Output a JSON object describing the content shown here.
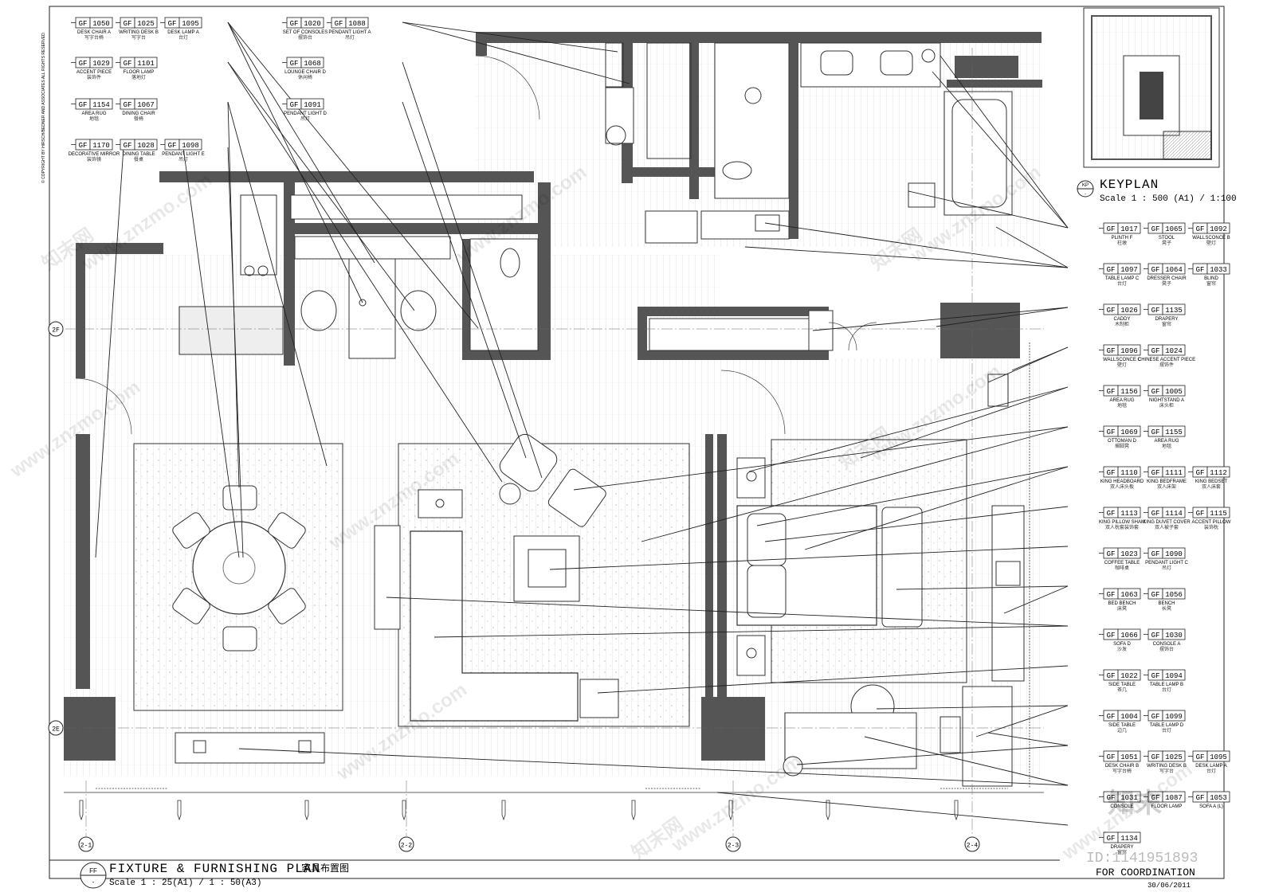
{
  "title": {
    "main": "FIXTURE & FURNISHING PLAN",
    "main_cn": "家具布置图",
    "symbol": "FF",
    "symbol_sub": "-",
    "scale": "Scale 1 : 25(A1) / 1 : 50(A3)"
  },
  "keyplan": {
    "title": "KEYPLAN",
    "symbol": "KP",
    "symbol_sub": "-",
    "scale": "Scale 1 : 500 (A1) / 1:100"
  },
  "stamp": {
    "status": "FOR COORDINATION",
    "date": "30/06/2011"
  },
  "copyright": "© COPYRIGHT BY HIRSCH/BEDNER AND ASSOCIATES ALL RIGHTS RESERVED.",
  "watermark": {
    "text": "www.znzmo.com",
    "brand": "知末网",
    "logo": "知末",
    "id": "ID:1141951893"
  },
  "grid": {
    "columns": [
      "2-1",
      "2-2",
      "2-3",
      "2-4"
    ],
    "rows": [
      "2F",
      "2E"
    ]
  },
  "tags_left": [
    [
      {
        "p": "GF",
        "c": "1050",
        "n": "DESK CHAIR A",
        "cn": "写字台椅"
      },
      {
        "p": "GF",
        "c": "1025",
        "n": "WRITING DESK B",
        "cn": "写字台"
      },
      {
        "p": "GF",
        "c": "1095",
        "n": "DESK LAMP A",
        "cn": "台灯"
      }
    ],
    [
      {
        "p": "GF",
        "c": "1029",
        "n": "ACCENT PIECE",
        "cn": "装饰件"
      },
      {
        "p": "GF",
        "c": "1101",
        "n": "FLOOR LAMP",
        "cn": "落地灯"
      }
    ],
    [
      {
        "p": "GF",
        "c": "1154",
        "n": "AREA RUG",
        "cn": "地毯"
      },
      {
        "p": "GF",
        "c": "1067",
        "n": "DINING CHAIR",
        "cn": "餐椅"
      }
    ],
    [
      {
        "p": "GF",
        "c": "1170",
        "n": "DECORATIVE MIRROR",
        "cn": "装饰镜"
      },
      {
        "p": "GF",
        "c": "1028",
        "n": "DINING TABLE",
        "cn": "餐桌"
      },
      {
        "p": "GF",
        "c": "1098",
        "n": "PENDANT LIGHT E",
        "cn": "吊灯"
      }
    ]
  ],
  "tags_center": [
    [
      {
        "p": "GF",
        "c": "1020",
        "n": "SET OF CONSOLES",
        "cn": "摆饰台"
      },
      {
        "p": "GF",
        "c": "1088",
        "n": "PENDANT LIGHT A",
        "cn": "吊灯"
      }
    ],
    [
      {
        "p": "GF",
        "c": "1068",
        "n": "LOUNGE CHAIR D",
        "cn": "休闲椅"
      }
    ],
    [
      {
        "p": "GF",
        "c": "1091",
        "n": "PENDANT LIGHT D",
        "cn": "吊灯"
      }
    ]
  ],
  "tags_right": [
    [
      {
        "p": "GF",
        "c": "1017",
        "n": "PLINTH F",
        "cn": "柱墩"
      },
      {
        "p": "GF",
        "c": "1065",
        "n": "STOOL",
        "cn": "凳子"
      },
      {
        "p": "GF",
        "c": "1092",
        "n": "WALLSCONCE B",
        "cn": "壁灯"
      }
    ],
    [
      {
        "p": "GF",
        "c": "1097",
        "n": "TABLE LAMP C",
        "cn": "台灯"
      },
      {
        "p": "GF",
        "c": "1064",
        "n": "DRESSER CHAIR",
        "cn": "凳子"
      },
      {
        "p": "GF",
        "c": "1033",
        "n": "BLIND",
        "cn": "窗帘"
      }
    ],
    [
      {
        "p": "GF",
        "c": "1026",
        "n": "CADDY",
        "cn": "木制柜"
      },
      {
        "p": "GF",
        "c": "1135",
        "n": "DRAPERY",
        "cn": "窗帘"
      }
    ],
    [
      {
        "p": "GF",
        "c": "1096",
        "n": "WALLSCONCE C",
        "cn": "壁灯"
      },
      {
        "p": "GF",
        "c": "1024",
        "n": "CHINESE ACCENT PIECE",
        "cn": "摆饰件"
      }
    ],
    [
      {
        "p": "GF",
        "c": "1156",
        "n": "AREA RUG",
        "cn": "地毯"
      },
      {
        "p": "GF",
        "c": "1005",
        "n": "NIGHTSTAND A",
        "cn": "床头柜"
      }
    ],
    [
      {
        "p": "GF",
        "c": "1069",
        "n": "OTTOMAN D",
        "cn": "搁脚凳"
      },
      {
        "p": "GF",
        "c": "1155",
        "n": "AREA RUG",
        "cn": "地毯"
      }
    ],
    [
      {
        "p": "GF",
        "c": "1110",
        "n": "KING HEADBOARD",
        "cn": "双人床头板"
      },
      {
        "p": "GF",
        "c": "1111",
        "n": "KING BEDFRAME",
        "cn": "双人床架"
      },
      {
        "p": "GF",
        "c": "1112",
        "n": "KING BEDSET",
        "cn": "双人床套"
      }
    ],
    [
      {
        "p": "GF",
        "c": "1113",
        "n": "KING PILLOW SHAM",
        "cn": "双人枕套装饰套"
      },
      {
        "p": "GF",
        "c": "1114",
        "n": "KING DUVET COVER",
        "cn": "双人被子套"
      },
      {
        "p": "GF",
        "c": "1115",
        "n": "ACCENT PILLOW",
        "cn": "装饰枕"
      }
    ],
    [
      {
        "p": "GF",
        "c": "1023",
        "n": "COFFEE TABLE",
        "cn": "咖啡桌"
      },
      {
        "p": "GF",
        "c": "1090",
        "n": "PENDANT LIGHT C",
        "cn": "吊灯"
      }
    ],
    [
      {
        "p": "GF",
        "c": "1063",
        "n": "BED BENCH",
        "cn": "床凳"
      },
      {
        "p": "GF",
        "c": "1056",
        "n": "BENCH",
        "cn": "长凳"
      }
    ],
    [
      {
        "p": "GF",
        "c": "1066",
        "n": "SOFA D",
        "cn": "沙发"
      },
      {
        "p": "GF",
        "c": "1030",
        "n": "CONSOLE A",
        "cn": "摆饰台"
      }
    ],
    [
      {
        "p": "GF",
        "c": "1022",
        "n": "SIDE TABLE",
        "cn": "茶几"
      },
      {
        "p": "GF",
        "c": "1094",
        "n": "TABLE LAMP B",
        "cn": "台灯"
      }
    ],
    [
      {
        "p": "GF",
        "c": "1004",
        "n": "SIDE TABLE",
        "cn": "边几"
      },
      {
        "p": "GF",
        "c": "1099",
        "n": "TABLE LAMP D",
        "cn": "台灯"
      }
    ],
    [
      {
        "p": "GF",
        "c": "1051",
        "n": "DESK CHAIR B",
        "cn": "写字台椅"
      },
      {
        "p": "GF",
        "c": "1025",
        "n": "WRITING DESK B",
        "cn": "写字台"
      },
      {
        "p": "GF",
        "c": "1095",
        "n": "DESK LAMP A",
        "cn": "台灯"
      }
    ],
    [
      {
        "p": "GF",
        "c": "1031",
        "n": "CONSOLE",
        "cn": ""
      },
      {
        "p": "GF",
        "c": "1087",
        "n": "FLOOR LAMP",
        "cn": ""
      },
      {
        "p": "GF",
        "c": "1053",
        "n": "SOFA A (L)",
        "cn": ""
      }
    ],
    [
      {
        "p": "GF",
        "c": "1134",
        "n": "DRAPERY",
        "cn": "窗帘"
      }
    ]
  ]
}
